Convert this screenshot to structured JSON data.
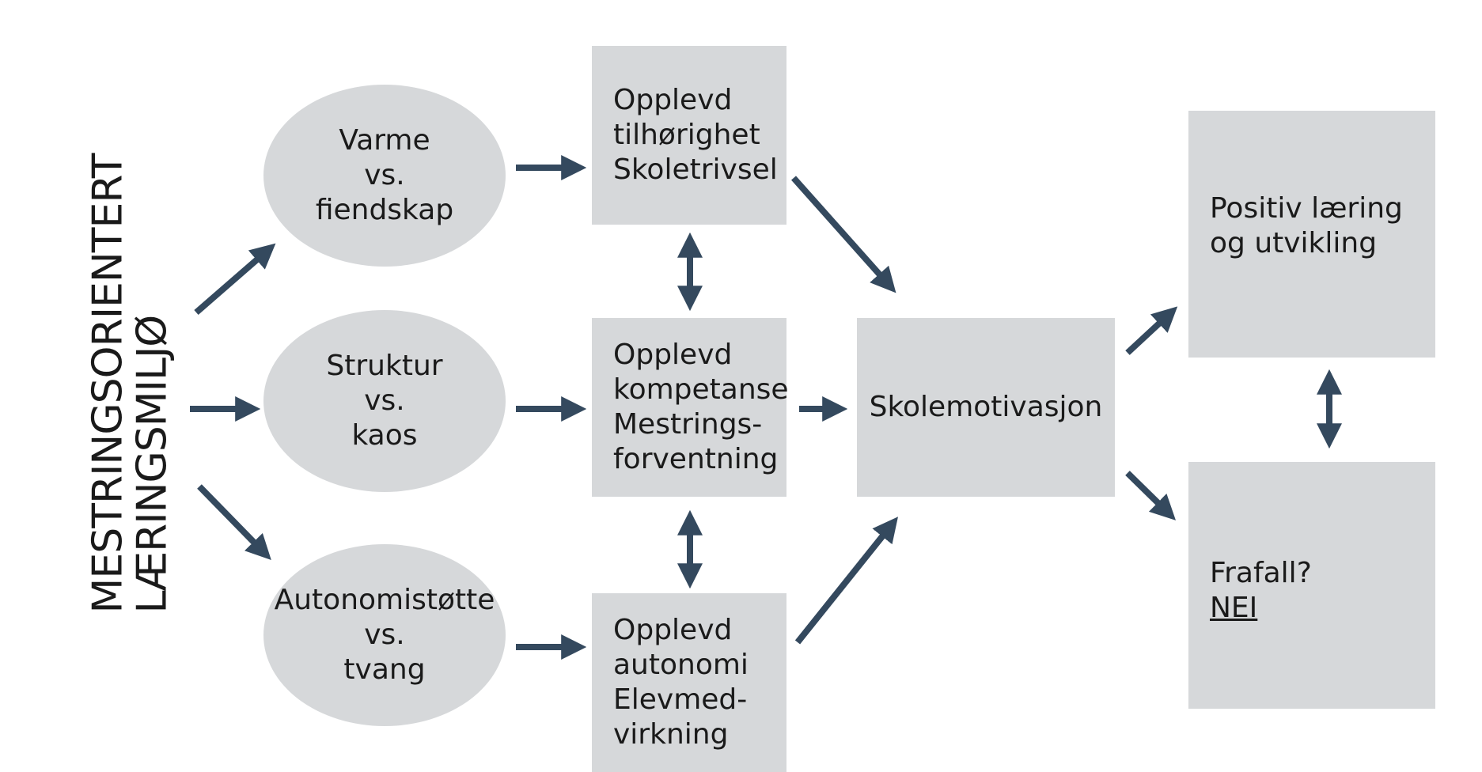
{
  "colors": {
    "node_fill": "#d6d8da",
    "arrow": "#34495e",
    "text": "#1a1a1a"
  },
  "title": {
    "line1": "MESTRINGSORIENTERT",
    "line2": "LÆRINGSMILJØ"
  },
  "ellipses": [
    {
      "lines": [
        "Varme",
        "vs.",
        "fiendskap"
      ]
    },
    {
      "lines": [
        "Struktur",
        "vs.",
        "kaos"
      ]
    },
    {
      "lines": [
        "Autonomistøtte",
        "vs.",
        "tvang"
      ]
    }
  ],
  "mid_boxes": [
    {
      "lines": [
        "Opplevd",
        "tilhørighet",
        "Skoletrivsel"
      ]
    },
    {
      "lines": [
        "Opplevd",
        "kompetanse",
        "Mestrings-",
        "forventning"
      ]
    },
    {
      "lines": [
        "Opplevd",
        "autonomi",
        "Elevmed-",
        "virkning"
      ]
    }
  ],
  "center_box": {
    "label": "Skolemotivasjon"
  },
  "outcome_boxes": [
    {
      "lines": [
        "Positiv læring",
        "og utvikling"
      ]
    },
    {
      "line1": "Frafall?",
      "line2": "NEI"
    }
  ]
}
